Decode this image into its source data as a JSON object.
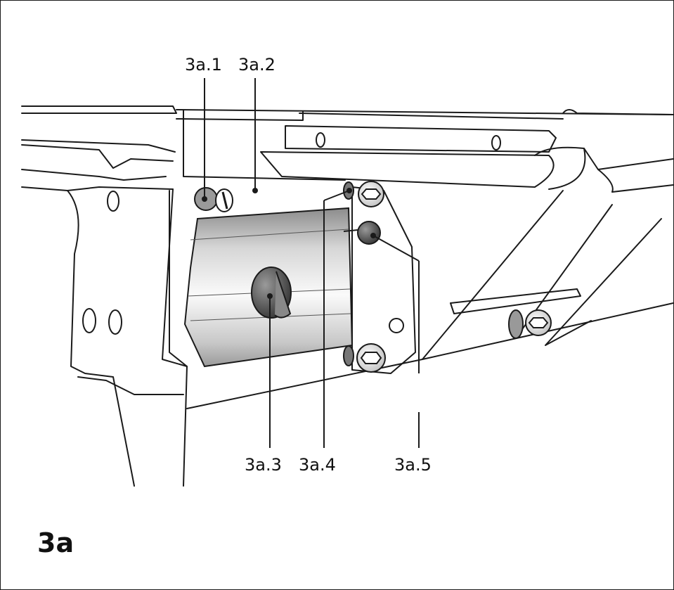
{
  "figure": {
    "label": "3a",
    "callouts": [
      "3a.1",
      "3a.2",
      "3a.3",
      "3a.4",
      "3a.5"
    ]
  },
  "colors": {
    "line": "#1a1a1a",
    "metal_light": "#f2f2f2",
    "metal_dark": "#8a8a8a",
    "knob": "#5a5a5a"
  }
}
